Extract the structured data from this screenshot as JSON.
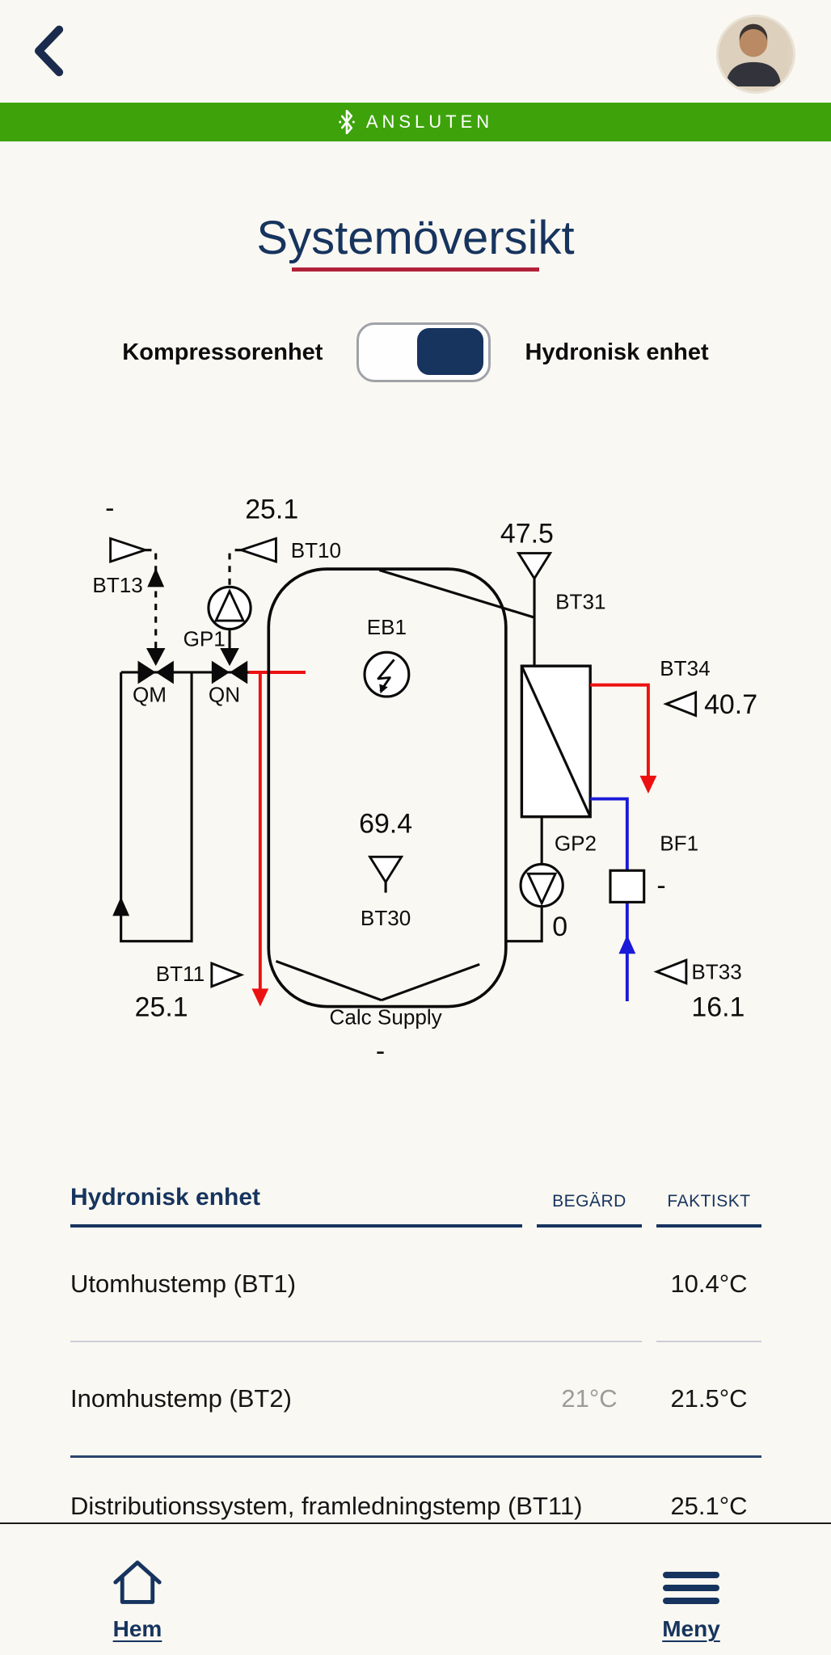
{
  "status_banner": {
    "label": "ANSLUTEN"
  },
  "page": {
    "title": "Systemöversikt"
  },
  "unit_toggle": {
    "left_label": "Kompressorenhet",
    "right_label": "Hydronisk enhet",
    "selected": "right"
  },
  "diagram": {
    "bt13": {
      "label": "BT13",
      "value": "-"
    },
    "bt10": {
      "label": "BT10",
      "value": "25.1"
    },
    "gp1": {
      "label": "GP1"
    },
    "qm": {
      "label": "QM"
    },
    "qn": {
      "label": "QN"
    },
    "eb1": {
      "label": "EB1"
    },
    "bt30": {
      "label": "BT30",
      "value": "69.4"
    },
    "bt31": {
      "label": "BT31",
      "value": "47.5"
    },
    "bt34": {
      "label": "BT34",
      "value": "40.7"
    },
    "gp2": {
      "label": "GP2",
      "value": "0"
    },
    "bf1": {
      "label": "BF1",
      "value": "-"
    },
    "bt33": {
      "label": "BT33",
      "value": "16.1"
    },
    "bt11": {
      "label": "BT11",
      "value": "25.1"
    },
    "calc_supply": {
      "label": "Calc Supply",
      "value": "-"
    }
  },
  "table": {
    "title": "Hydronisk enhet",
    "col_requested": "BEGÄRD",
    "col_actual": "FAKTISKT",
    "rows": [
      {
        "label": "Utomhustemp (BT1)",
        "actual": "10.4°C"
      },
      {
        "label": "Inomhustemp (BT2)",
        "requested": "21°C",
        "actual": "21.5°C"
      },
      {
        "label": "Distributionssystem, framledningstemp (BT11)",
        "actual": "25.1°C"
      }
    ]
  },
  "bottom_nav": {
    "home_label": "Hem",
    "menu_label": "Meny"
  },
  "colors": {
    "bg": "#FAF8F2",
    "navy": "#16345E",
    "green": "#3EA30B",
    "accent_red": "#B2213A",
    "pipe_red": "#EC1111",
    "pipe_blue": "#1A1AD8",
    "muted": "#9B9B9B",
    "divider_light": "#C9CDD6",
    "divider_dark": "#2C456D"
  }
}
